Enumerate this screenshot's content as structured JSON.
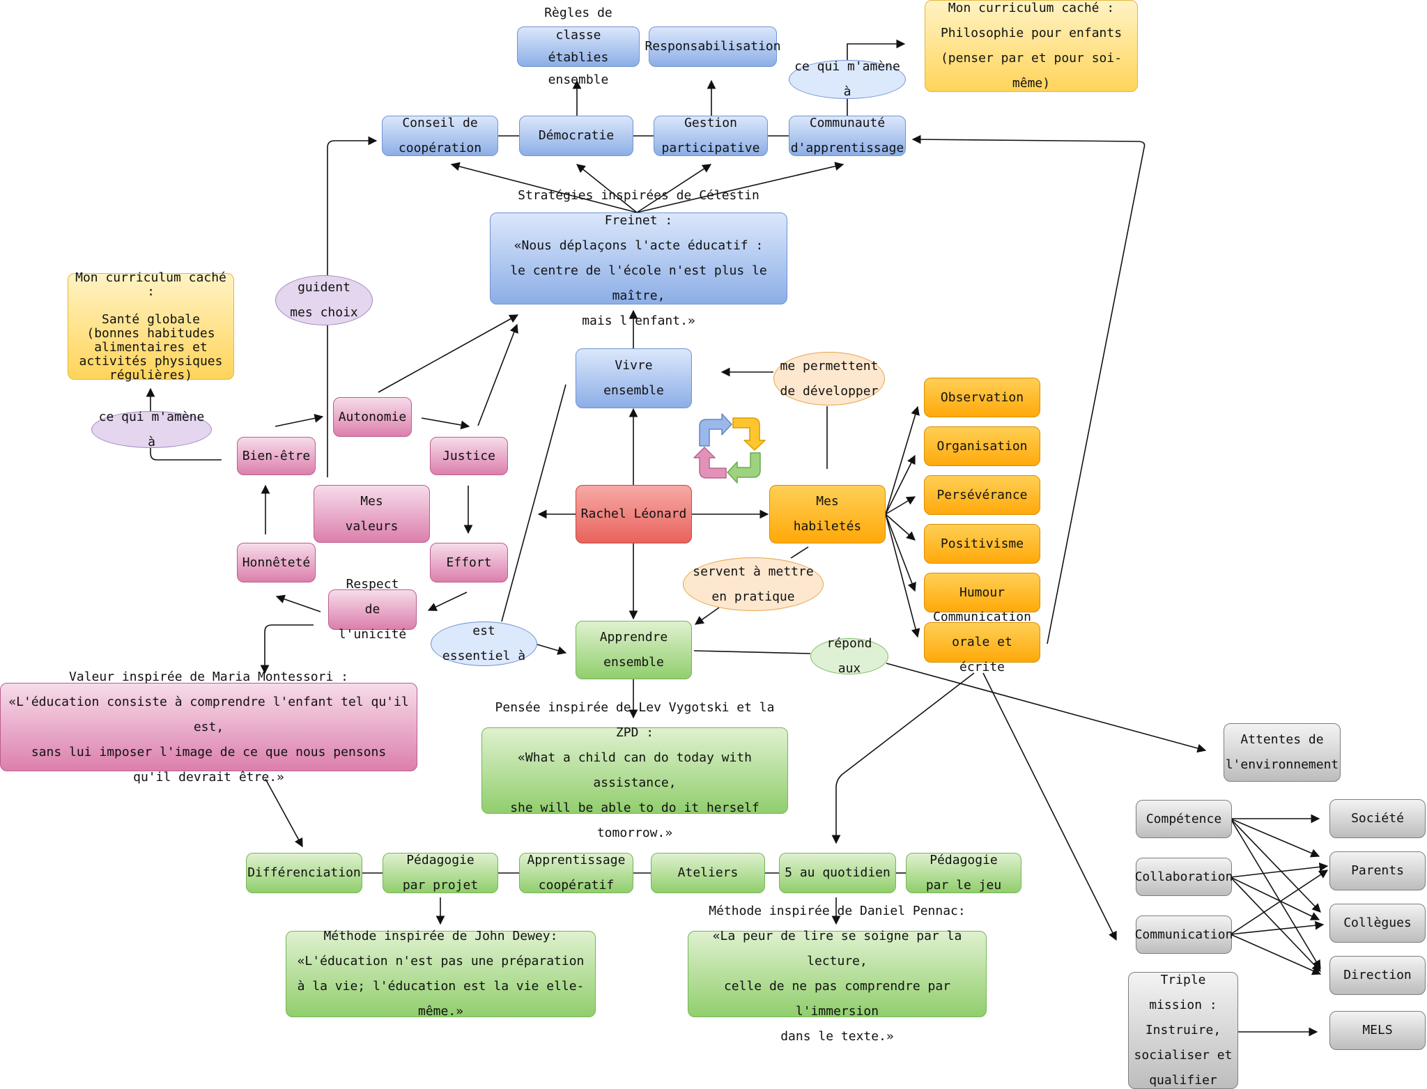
{
  "nodes": {
    "regles": "Règles de classe\nétablies ensemble",
    "responsabilisation": "Responsabilisation",
    "curriculum_philo": "Mon curriculum caché :\nPhilosophie pour enfants\n(penser par et pour soi-même)",
    "ce_qui_mamene_top": "ce qui m'amène à",
    "conseil": "Conseil de\ncoopération",
    "democratie": "Démocratie",
    "gestion": "Gestion\nparticipative",
    "communaute": "Communauté\nd'apprentissage",
    "freinet": "Stratégies inspirées de Célestin Freinet :\n«Nous déplaçons l'acte éducatif :\nle centre de l'école n'est plus le maître,\nmais l'enfant.»",
    "curriculum_sante": "Mon curriculum caché :\n\nSanté globale\n(bonnes habitudes\nalimentaires et\nactivités physiques\nrégulières)",
    "guident": "guident\nmes choix",
    "vivre": "Vivre\nensemble",
    "me_permettent": "me permettent\nde développer",
    "ce_qui_mamene_left": "ce qui m'amène à",
    "autonomie": "Autonomie",
    "bien_etre": "Bien-être",
    "justice": "Justice",
    "mes_valeurs": "Mes\nvaleurs",
    "honnetete": "Honnêteté",
    "effort": "Effort",
    "respect": "Respect\nde l'unicité",
    "rachel": "Rachel Léonard",
    "mes_habiletes": "Mes\nhabiletés",
    "observation": "Observation",
    "organisation": "Organisation",
    "perseverance": "Persévérance",
    "positivisme": "Positivisme",
    "humour": "Humour",
    "communication_ecrite": "Communication\norale et écrite",
    "servent": "servent à mettre\nen pratique",
    "est_essentiel": "est essentiel à",
    "apprendre": "Apprendre\nensemble",
    "repond": "répond aux",
    "montessori": "Valeur inspirée de Maria Montessori :\n«L'éducation consiste à comprendre l'enfant tel qu'il est,\nsans lui imposer l'image de ce que nous pensons\nqu'il devrait être.»",
    "vygotski": "Pensée inspirée de Lev Vygotski et la ZPD :\n«What a child can do today with assistance,\nshe will be able to do it herself tomorrow.»",
    "attentes": "Attentes de\nl'environnement",
    "differenciation": "Différenciation",
    "pedagogie_projet": "Pédagogie\npar projet",
    "apprentissage_coop": "Apprentissage\ncoopératif",
    "ateliers": "Ateliers",
    "cinq": "5 au quotidien",
    "pedagogie_jeu": "Pédagogie\npar le jeu",
    "dewey": "Méthode inspirée de John Dewey:\n«L'éducation n'est pas une préparation\nà la vie; l'éducation est la vie elle-même.»",
    "pennac": "Méthode inspirée de Daniel Pennac:\n«La peur de lire se soigne par la lecture,\ncelle de ne pas comprendre par l'immersion\ndans le texte.»",
    "competence": "Compétence",
    "collaboration": "Collaboration",
    "communication": "Communication",
    "societe": "Société",
    "parents": "Parents",
    "collegues": "Collègues",
    "direction": "Direction",
    "mels": "MELS",
    "triple_mission": "Triple mission :\nInstruire,\nsocialiser et\nqualifier"
  },
  "colors": {
    "blue": "#8caee6",
    "yellow": "#ffd45a",
    "pink": "#dc7fac",
    "orange": "#ffa90a",
    "green": "#91ce6d",
    "gray": "#bdbdbd",
    "red": "#e8635c"
  },
  "icons": {
    "cycle": "cycle-arrows-icon"
  }
}
